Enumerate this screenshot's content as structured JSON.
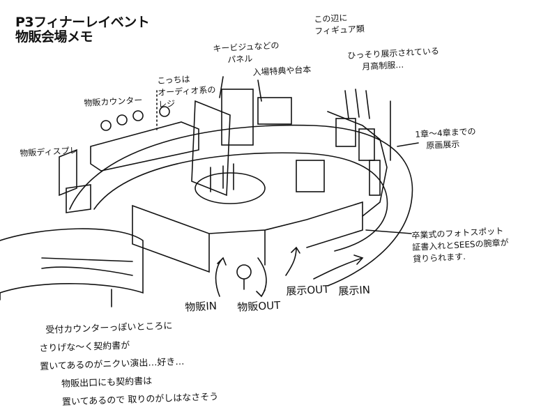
{
  "title": {
    "line1": "P3フィナーレイベント",
    "line2": "物販会場メモ"
  },
  "labels": {
    "audio_register": [
      "こっちは",
      "オーディオ系の",
      "レジ"
    ],
    "merch_counter": "物販カウンター",
    "merch_display": "物販ディスプレ",
    "key_visual_panel": [
      "キービジュなどの",
      "パネル"
    ],
    "entry_bonus": "入場特典や台本",
    "figures": [
      "この辺に",
      "フィギュア類"
    ],
    "uniform": [
      "ひっそり展示されている",
      "月高制服…"
    ],
    "original_art": [
      "1章〜4章までの",
      "原画展示"
    ],
    "photo_spot": [
      "卒業式のフォトスポット",
      "証書入れとSEESの腕章が",
      "貸りられます."
    ],
    "flow": {
      "merch_in": "物販IN",
      "merch_out": "物販OUT",
      "exhibit_out": "展示OUT",
      "exhibit_in": "展示IN"
    }
  },
  "bottom_note": [
    "受付カウンターっぽいところに",
    "さりげな〜く契約書が",
    "置いてあるのがニクい演出…好き…",
    "物販出口にも契約書は",
    "置いてあるので 取りのがしはなさそう"
  ]
}
